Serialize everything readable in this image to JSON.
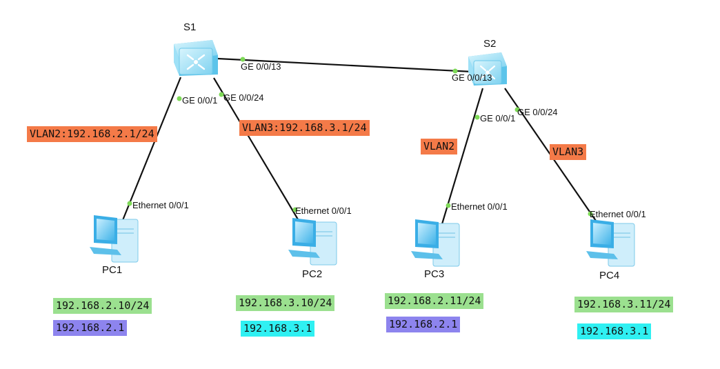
{
  "devices": {
    "s1": "S1",
    "s2": "S2",
    "pc1": "PC1",
    "pc2": "PC2",
    "pc3": "PC3",
    "pc4": "PC4"
  },
  "ports": {
    "s1_trunk": "GE 0/0/13",
    "s2_trunk": "GE 0/0/13",
    "s1_g1": "GE 0/0/1",
    "s1_g24": "GE 0/0/24",
    "s2_g1": "GE 0/0/1",
    "s2_g24": "GE 0/0/24",
    "pc1_eth": "Ethernet 0/0/1",
    "pc2_eth": "Ethernet 0/0/1",
    "pc3_eth": "Ethernet 0/0/1",
    "pc4_eth": "Ethernet 0/0/1"
  },
  "vlans": {
    "s1_g1": "VLAN2:192.168.2.1/24",
    "s1_g24": "VLAN3:192.168.3.1/24",
    "s2_g1": "VLAN2",
    "s2_g24": "VLAN3"
  },
  "hosts": {
    "pc1": {
      "ip": "192.168.2.10/24",
      "gateway": "192.168.2.1"
    },
    "pc2": {
      "ip": "192.168.3.10/24",
      "gateway": "192.168.3.1"
    },
    "pc3": {
      "ip": "192.168.2.11/24",
      "gateway": "192.168.2.1"
    },
    "pc4": {
      "ip": "192.168.3.11/24",
      "gateway": "192.168.3.1"
    }
  },
  "colors": {
    "link": "#111111",
    "port_dot": "#7ed957",
    "vlan_tag": "#f47a48",
    "ip_tag": "#9be08f",
    "gateway_vlan2": "#8d84ee",
    "gateway_vlan3": "#2ff0f2",
    "switch_body": "#a9e6f8",
    "pc_body": "#8fd3f4"
  }
}
